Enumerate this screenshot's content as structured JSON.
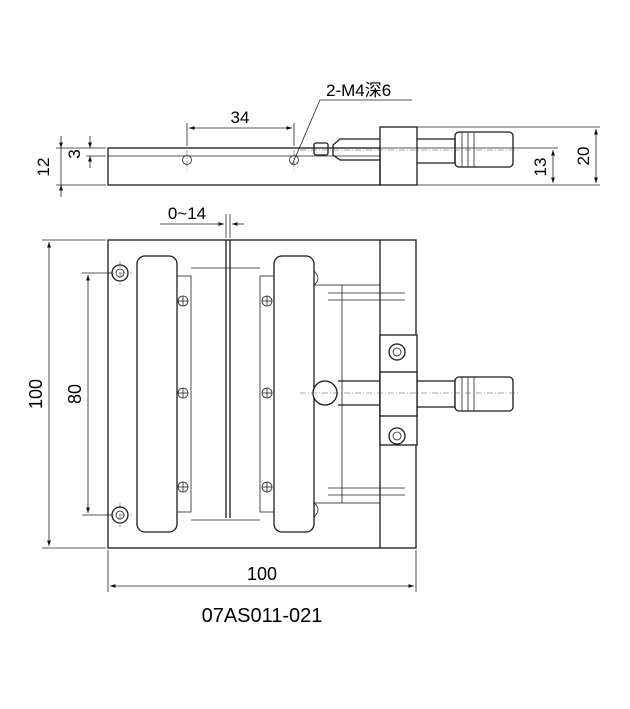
{
  "part_number": "07AS011-021",
  "annotations": {
    "tapped_holes": "2-M4深6",
    "hole_pitch": "34",
    "travel": "0~14",
    "plate_thickness": "12",
    "hole_offset": "3",
    "knob_height": "13",
    "total_height": "20",
    "overall_height": "100",
    "mount_pitch": "80",
    "overall_width": "100"
  }
}
